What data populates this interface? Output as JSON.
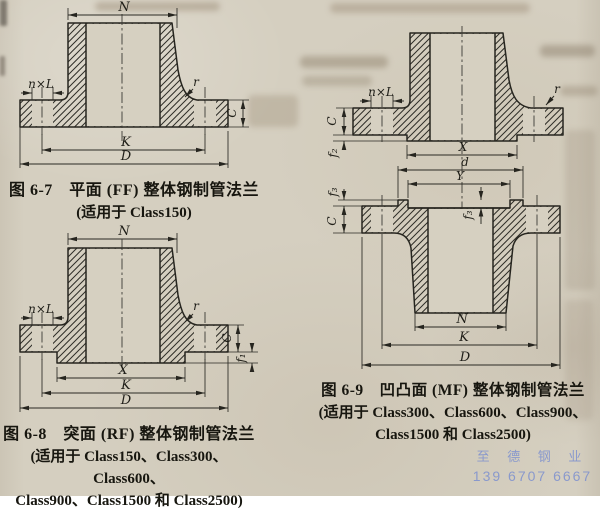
{
  "page": {
    "background_color": "#d5cfc0",
    "line_color": "#26251f",
    "watermark": {
      "company": "至 德 钢 业",
      "phone": "139 6707 6667",
      "color": "#7d90cf"
    }
  },
  "dims": {
    "N": "N",
    "K": "K",
    "D": "D",
    "C": "C",
    "r": "r",
    "nxL": "n×L",
    "X": "X",
    "d": "d",
    "Y": "Y",
    "f1": "f₁",
    "f2": "f₂",
    "f3": "f₃"
  },
  "figures": {
    "fig_6_7": {
      "caption_line1": "图 6-7　平面 (FF) 整体钢制管法兰",
      "caption_line2": "(适用于 Class150)"
    },
    "fig_6_8": {
      "caption_line1": "图 6-8　突面 (RF) 整体钢制管法兰",
      "caption_line2": "(适用于 Class150、Class300、Class600、",
      "caption_line3": "Class900、Class1500 和 Class2500)"
    },
    "fig_6_9": {
      "caption_line1": "图 6-9　凹凸面 (MF) 整体钢制管法兰",
      "caption_line2": "(适用于 Class300、Class600、Class900、",
      "caption_line3": "Class1500 和 Class2500)"
    }
  }
}
